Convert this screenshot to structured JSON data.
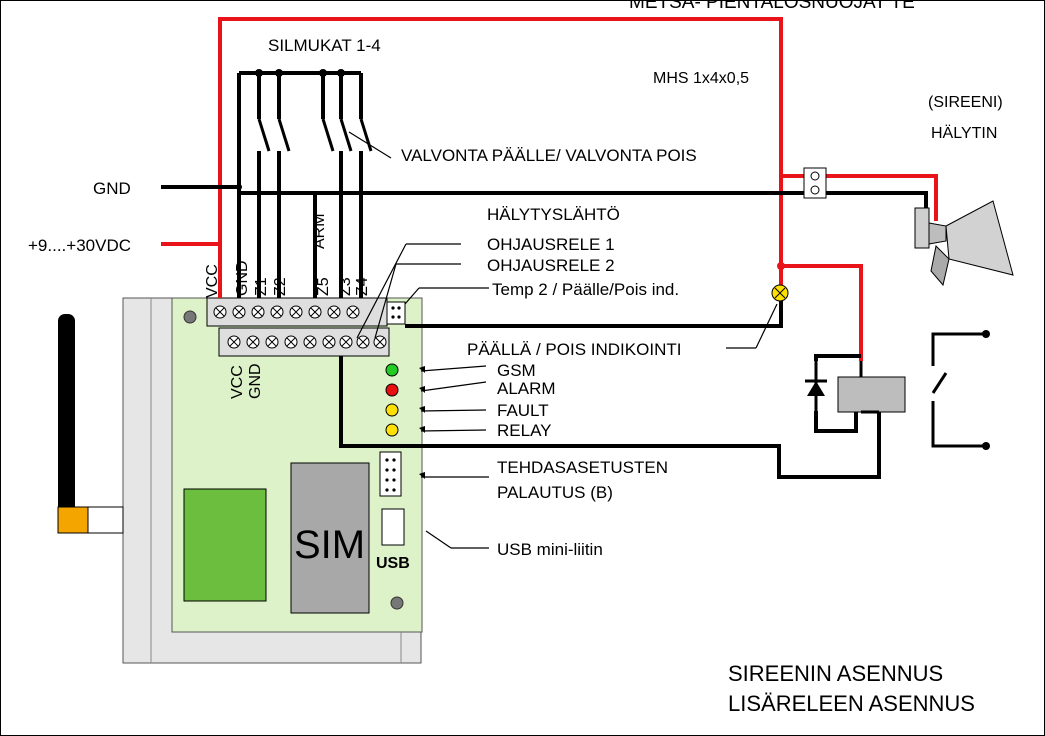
{
  "header": {
    "title_cut": "METSÄ- PIENTALOSNUOJAT TE"
  },
  "labels": {
    "silmukat": "SILMUKAT 1-4",
    "cable": "MHS 1x4x0,5",
    "sireeni": "(SIREENI)",
    "halytin": "HÄLYTIN",
    "valvonta": "VALVONTA PÄÄLLE/ VALVONTA POIS",
    "gnd": "GND",
    "supply": "+9....+30VDC",
    "halytyslahto": "HÄLYTYSLÄHTÖ",
    "ohjausrele1": "OHJAUSRELE 1",
    "ohjausrele2": "OHJAUSRELE 2",
    "temp2": "Temp 2 / Päälle/Pois ind.",
    "paalla": "PÄÄLLÄ / POIS INDIKOINTI",
    "gsm": "GSM",
    "alarm": "ALARM",
    "fault": "FAULT",
    "relay": "RELAY",
    "tehdas1": "TEHDASASETUSTEN",
    "tehdas2": "PALAUTUS  (B)",
    "usbmini": "USB mini-liitin",
    "sim": "SIM",
    "usb": "USB",
    "footer1": "SIREENIN ASENNUS",
    "footer2": "LISÄRELEEN ASENNUS"
  },
  "terminals_top": [
    "VCC",
    "GND",
    "Z1",
    "Z2",
    "Z5",
    "ARM",
    "Z3",
    "Z4"
  ],
  "terminals_bottom": [
    "VCC",
    "GND"
  ],
  "colors": {
    "wire_red": "#e8141a",
    "wire_black": "#000000",
    "board": "#ddf2c8",
    "case": "#e6e6e6",
    "chip": "#6cbe3e",
    "sim": "#a8a8a8",
    "led_green": "#22cc22",
    "led_red": "#e81010",
    "led_yellow": "#ffe000",
    "relay": "#bdbdbd",
    "antenna_tip": "#f5a500"
  }
}
